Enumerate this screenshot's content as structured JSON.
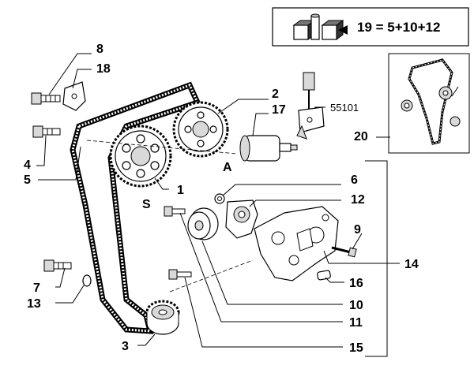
{
  "legend": {
    "formula": "19 = 5+10+12",
    "kit_icon": "parts-kit-icon"
  },
  "callouts": {
    "c8": "8",
    "c18": "18",
    "c4": "4",
    "c5": "5",
    "c2": "2",
    "c17": "17",
    "c1": "1",
    "cS": "S",
    "cA": "A",
    "c6": "6",
    "c12": "12",
    "c9": "9",
    "c14": "14",
    "c16": "16",
    "c7": "7",
    "c13": "13",
    "c10": "10",
    "c11": "11",
    "c3": "3",
    "c15": "15",
    "c20": "20",
    "sensor": "55101"
  }
}
